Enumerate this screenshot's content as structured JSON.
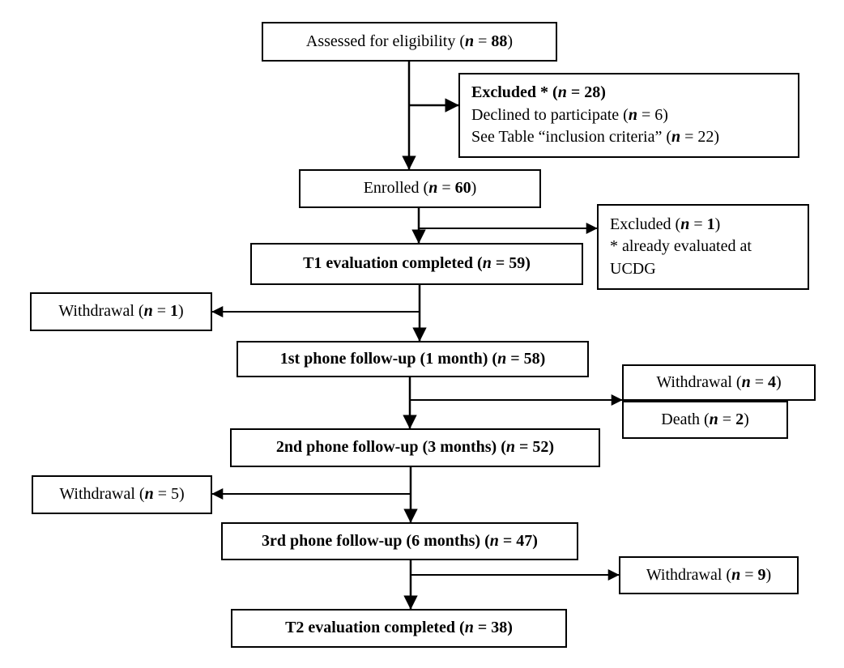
{
  "diagram": {
    "title": "CONSORT participant flow diagram",
    "type": "flowchart",
    "stroke_color": "#000000",
    "background_color": "#ffffff",
    "variable_symbol": "n",
    "nodes": [
      {
        "id": "assessed",
        "emphasis": "regular",
        "lines": [
          {
            "text": "Assessed for eligibility (",
            "nvar": "n",
            "eq": " = ",
            "value": "88",
            "tail": ")",
            "bold_value": true
          }
        ],
        "full_text": "Assessed for eligibility (n = 88)"
      },
      {
        "id": "excluded-1",
        "emphasis": "regular",
        "lines": [
          {
            "text": "Excluded * (",
            "nvar": "n",
            "eq": " = ",
            "value": "28",
            "tail": ")",
            "bold_value": true
          },
          {
            "text": "Declined to participate (",
            "nvar": "n",
            "eq": " = ",
            "value": "6",
            "tail": ")",
            "bold_value": false
          },
          {
            "text": "See Table “inclusion criteria” (",
            "nvar": "n",
            "eq": " = ",
            "value": "22",
            "tail": ")",
            "bold_value": false
          }
        ],
        "full_text": "Excluded * (n = 28) / Declined to participate (n = 6) / See Table “inclusion criteria” (n = 22)"
      },
      {
        "id": "enrolled",
        "emphasis": "regular",
        "lines": [
          {
            "text": "Enrolled (",
            "nvar": "n",
            "eq": " = ",
            "value": "60",
            "tail": ")",
            "bold_value": true
          }
        ],
        "full_text": "Enrolled (n = 60)"
      },
      {
        "id": "excluded-2",
        "emphasis": "regular",
        "lines": [
          {
            "text": "Excluded (",
            "nvar": "n",
            "eq": " = ",
            "value": "1",
            "tail": ")",
            "bold_value": true
          },
          {
            "text": "* already evaluated at",
            "nvar": "",
            "eq": "",
            "value": "",
            "tail": "",
            "bold_value": false
          },
          {
            "text": "UCDG",
            "nvar": "",
            "eq": "",
            "value": "",
            "tail": "",
            "bold_value": false
          }
        ],
        "full_text": "Excluded (n = 1) / * already evaluated at UCDG"
      },
      {
        "id": "t1-evaluation",
        "emphasis": "bold",
        "lines": [
          {
            "text": "T1 evaluation completed (",
            "nvar": "n",
            "eq": " = ",
            "value": "59",
            "tail": ")",
            "bold_value": true
          }
        ],
        "full_text": "T1 evaluation completed (n = 59)"
      },
      {
        "id": "withdrawal-1",
        "emphasis": "regular",
        "lines": [
          {
            "text": "Withdrawal (",
            "nvar": "n",
            "eq": " = ",
            "value": "1",
            "tail": ")",
            "bold_value": true
          }
        ],
        "full_text": "Withdrawal (n = 1)"
      },
      {
        "id": "followup-1",
        "emphasis": "bold",
        "lines": [
          {
            "text": "1st phone follow-up (1 month) (",
            "nvar": "n",
            "eq": " = ",
            "value": "58",
            "tail": ")",
            "bold_value": true
          }
        ],
        "full_text": "1st phone follow-up (1 month) (n = 58)"
      },
      {
        "id": "withdrawal-2",
        "emphasis": "regular",
        "lines": [
          {
            "text": "Withdrawal (",
            "nvar": "n",
            "eq": " = ",
            "value": "4",
            "tail": ")",
            "bold_value": true
          }
        ],
        "full_text": "Withdrawal (n = 4)"
      },
      {
        "id": "death",
        "emphasis": "regular",
        "lines": [
          {
            "text": "Death (",
            "nvar": "n",
            "eq": " = ",
            "value": "2",
            "tail": ")",
            "bold_value": true
          }
        ],
        "full_text": "Death (n = 2)"
      },
      {
        "id": "followup-2",
        "emphasis": "bold",
        "lines": [
          {
            "text": "2nd phone follow-up (3 months) (",
            "nvar": "n",
            "eq": " = ",
            "value": "52",
            "tail": ")",
            "bold_value": true
          }
        ],
        "full_text": "2nd phone follow-up (3 months) (n = 52)"
      },
      {
        "id": "withdrawal-3",
        "emphasis": "regular",
        "lines": [
          {
            "text": "Withdrawal (",
            "nvar": "n",
            "eq": " = ",
            "value": "5",
            "tail": ")",
            "bold_value": false
          }
        ],
        "full_text": "Withdrawal (n = 5)"
      },
      {
        "id": "followup-3",
        "emphasis": "bold",
        "lines": [
          {
            "text": "3rd phone follow-up (6 months) (",
            "nvar": "n",
            "eq": " = ",
            "value": "47",
            "tail": ")",
            "bold_value": true
          }
        ],
        "full_text": "3rd phone follow-up (6 months) (n = 47)"
      },
      {
        "id": "withdrawal-4",
        "emphasis": "regular",
        "lines": [
          {
            "text": "Withdrawal (",
            "nvar": "n",
            "eq": " = ",
            "value": "9",
            "tail": ")",
            "bold_value": true
          }
        ],
        "full_text": "Withdrawal (n = 9)"
      },
      {
        "id": "t2-evaluation",
        "emphasis": "bold",
        "lines": [
          {
            "text": "T2 evaluation completed (",
            "nvar": "n",
            "eq": " = ",
            "value": "38",
            "tail": ")",
            "bold_value": true
          }
        ],
        "full_text": "T2 evaluation completed (n = 38)"
      }
    ],
    "counts": {
      "assessed_for_eligibility": 88,
      "excluded_total": 28,
      "declined_to_participate": 6,
      "excluded_inclusion_criteria": 22,
      "enrolled": 60,
      "excluded_already_evaluated": 1,
      "t1_evaluation_completed": 59,
      "withdrawal_after_t1": 1,
      "followup_1_month": 58,
      "withdrawal_after_1_month": 4,
      "death_after_1_month": 2,
      "followup_3_months": 52,
      "withdrawal_after_3_months": 5,
      "followup_6_months": 47,
      "withdrawal_after_6_months": 9,
      "t2_evaluation_completed": 38
    }
  }
}
